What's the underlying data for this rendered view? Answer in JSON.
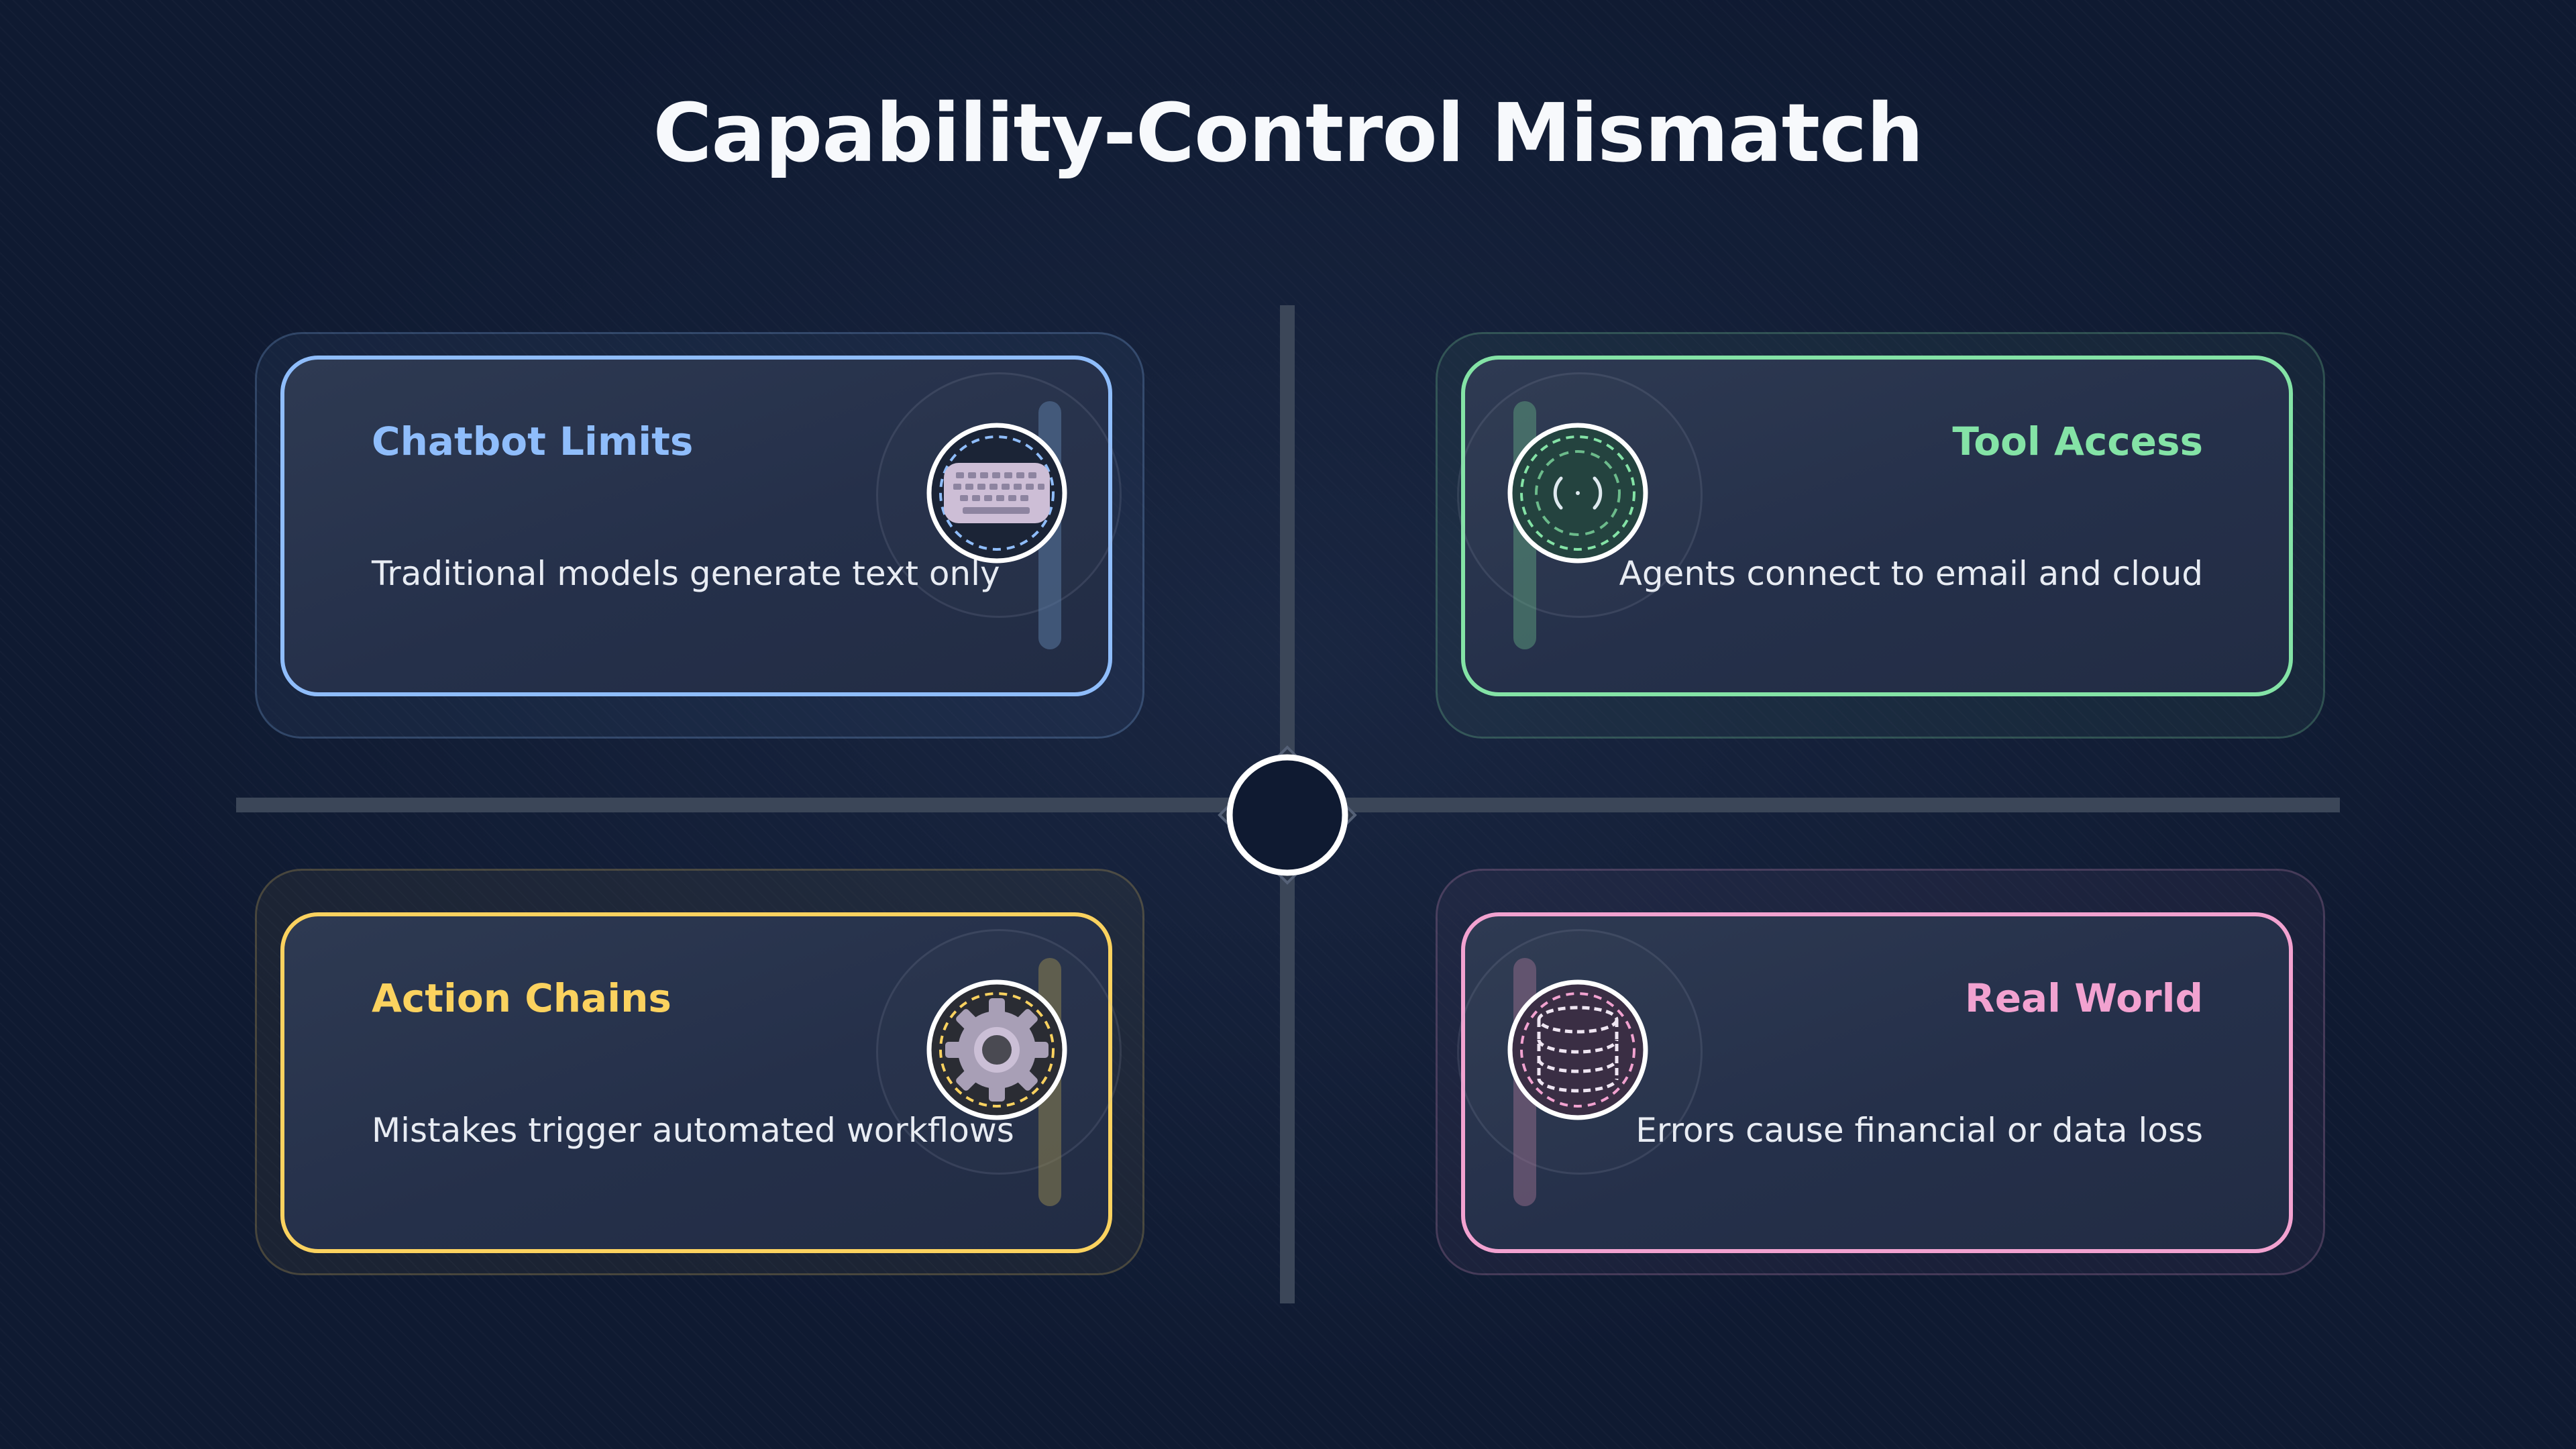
{
  "title": "Capability-Control Mismatch",
  "colors": {
    "blue": "#8fbdfb",
    "green": "#84e3a6",
    "yellow": "#fbd25f",
    "pink": "#f2a2d0",
    "background": "#0f1a31",
    "axis": "#3b4658"
  },
  "cards": [
    {
      "title": "Chatbot Limits",
      "description": "Traditional models generate text only",
      "icon": "keyboard-icon"
    },
    {
      "title": "Tool Access",
      "description": "Agents connect to email and cloud",
      "icon": "signal-icon"
    },
    {
      "title": "Action Chains",
      "description": "Mistakes trigger automated workflows",
      "icon": "gear-icon"
    },
    {
      "title": "Real World",
      "description": "Errors cause financial or data loss",
      "icon": "database-icon"
    }
  ]
}
